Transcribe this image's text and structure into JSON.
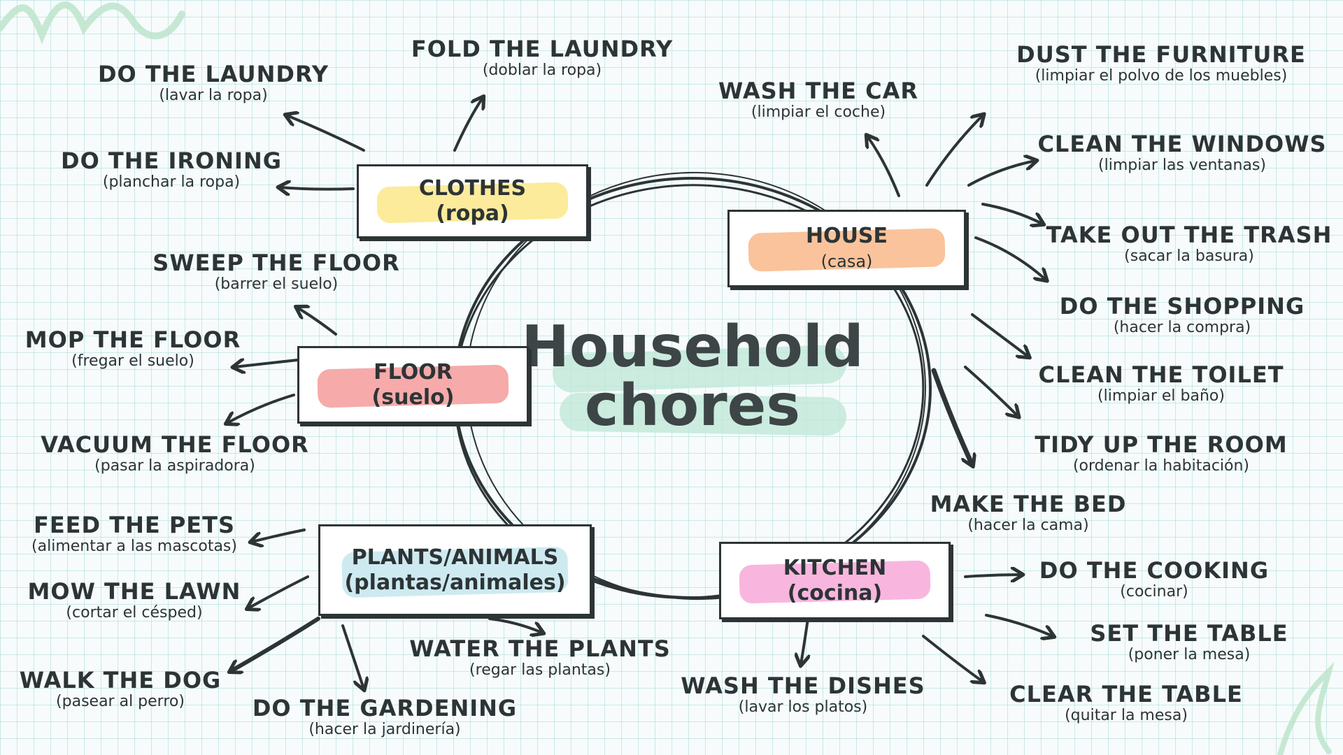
{
  "title": {
    "line1": "Household",
    "line2": "chores"
  },
  "colors": {
    "ink": "#2d3436",
    "clothes": "#fbe88a",
    "house": "#f9b98a",
    "floor": "#f49b9b",
    "plants": "#c5e6ef",
    "kitchen": "#f7a9d8",
    "title_highlight": "#bfe8d8",
    "grid": "#9fd9d9"
  },
  "categories": {
    "clothes": {
      "en": "CLOTHES",
      "es": "(ropa)"
    },
    "house": {
      "en": "HOUSE",
      "es": "(casa)"
    },
    "floor": {
      "en": "FLOOR",
      "es": "(suelo)"
    },
    "plants": {
      "en": "PLANTS/ANIMALS",
      "es": "(plantas/animales)"
    },
    "kitchen": {
      "en": "KITCHEN",
      "es": "(cocina)"
    }
  },
  "chores": {
    "do_laundry": {
      "en": "DO THE LAUNDRY",
      "es": "(lavar la ropa)"
    },
    "fold_laundry": {
      "en": "FOLD THE LAUNDRY",
      "es": "(doblar la ropa)"
    },
    "do_ironing": {
      "en": "DO THE IRONING",
      "es": "(planchar la ropa)"
    },
    "wash_car": {
      "en": "WASH THE CAR",
      "es": "(limpiar el coche)"
    },
    "dust_furniture": {
      "en": "DUST THE FURNITURE",
      "es": "(limpiar el polvo de los muebles)"
    },
    "clean_windows": {
      "en": "CLEAN THE WINDOWS",
      "es": "(limpiar las ventanas)"
    },
    "take_out_trash": {
      "en": "TAKE OUT THE TRASH",
      "es": "(sacar la basura)"
    },
    "do_shopping": {
      "en": "DO THE SHOPPING",
      "es": "(hacer la compra)"
    },
    "clean_toilet": {
      "en": "CLEAN THE TOILET",
      "es": "(limpiar el baño)"
    },
    "tidy_room": {
      "en": "TIDY UP THE ROOM",
      "es": "(ordenar la habitación)"
    },
    "make_bed": {
      "en": "MAKE THE BED",
      "es": "(hacer la cama)"
    },
    "sweep_floor": {
      "en": "SWEEP THE FLOOR",
      "es": "(barrer el suelo)"
    },
    "mop_floor": {
      "en": "MOP THE FLOOR",
      "es": "(fregar el suelo)"
    },
    "vacuum_floor": {
      "en": "VACUUM THE FLOOR",
      "es": "(pasar la aspiradora)"
    },
    "feed_pets": {
      "en": "FEED THE PETS",
      "es": "(alimentar a las mascotas)"
    },
    "mow_lawn": {
      "en": "MOW THE LAWN",
      "es": "(cortar el césped)"
    },
    "walk_dog": {
      "en": "WALK THE DOG",
      "es": "(pasear al perro)"
    },
    "do_gardening": {
      "en": "DO THE GARDENING",
      "es": "(hacer la jardinería)"
    },
    "water_plants": {
      "en": "WATER THE PLANTS",
      "es": "(regar las plantas)"
    },
    "wash_dishes": {
      "en": "WASH THE DISHES",
      "es": "(lavar los platos)"
    },
    "do_cooking": {
      "en": "DO THE COOKING",
      "es": "(cocinar)"
    },
    "set_table": {
      "en": "SET THE TABLE",
      "es": "(poner la mesa)"
    },
    "clear_table": {
      "en": "CLEAR THE TABLE",
      "es": "(quitar la mesa)"
    }
  }
}
